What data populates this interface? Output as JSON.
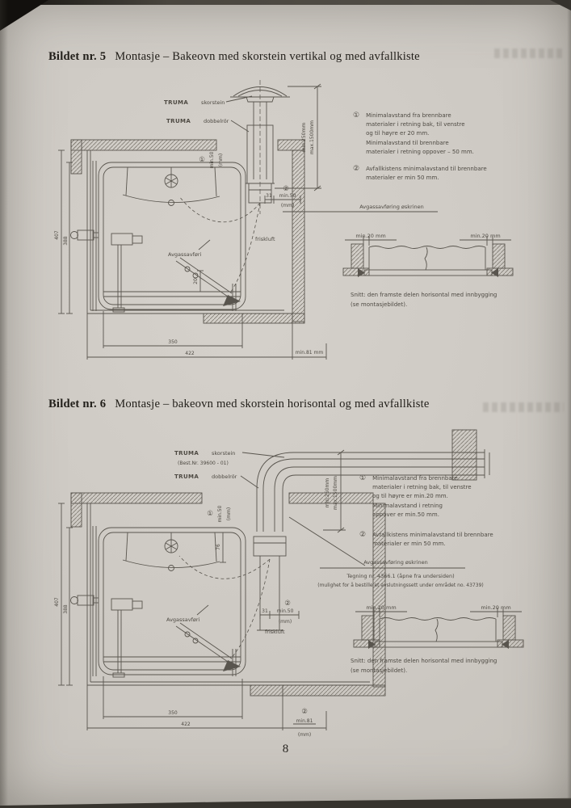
{
  "page": {
    "number": "8"
  },
  "fig5": {
    "heading_label": "Bildet nr. 5",
    "heading_text": "Montasje – Bakeovn med skorstein vertikal og med avfallkiste",
    "labels": {
      "brand1": "TRUMA",
      "part1": "skorstein",
      "brand2": "TRUMA",
      "part2": "dobbelrör",
      "dim_min250": "min.250mm",
      "dim_max1500": "max.1500mm",
      "marker1": "①",
      "dim_min50a": "min.50",
      "mm_a": "(mm)",
      "marker2": "②",
      "dim_31": "31",
      "dim_min50b": "min.50",
      "mm_b": "(mm)",
      "avgass_pointer": "Avgassavføring øskrinen",
      "friskluft": "friskluft",
      "avgass_inner": "Avgassavføri",
      "dim_407": "407",
      "dim_388": "388",
      "dim_20": "20",
      "dim_350": "350",
      "dim_422": "422",
      "dim_min81": "min.81 mm"
    },
    "notes": [
      {
        "marker": "①",
        "lines": [
          "Minimalavstand fra brennbare",
          "materialer i retning bak, til venstre",
          "og til høyre er 20 mm.",
          "Minimalavstand til brennbare",
          "materialer i retning oppover – 50 mm."
        ]
      },
      {
        "marker": "②",
        "lines": [
          "Avfallkistens minimalavstand til brennbare",
          "materialer er min 50 mm."
        ]
      }
    ],
    "section": {
      "dim_left": "min.20 mm",
      "dim_right": "min.20 mm",
      "caption_1": "Snitt: den framste delen horisontal med innbygging",
      "caption_2": "(se montasjebildet)."
    }
  },
  "fig6": {
    "heading_label": "Bildet nr. 6",
    "heading_text": "Montasje – bakeovn med skorstein horisontal og med avfallkiste",
    "labels": {
      "brand1": "TRUMA",
      "part1": "skorstein",
      "bestnr": "(Best.Nr. 39600 - 01)",
      "brand2": "TRUMA",
      "part2": "dobbelrör",
      "dim_min250": "min.250mm",
      "dim_max1500": "max.1500mm",
      "marker1": "①",
      "dim_min50a": "min.50",
      "mm_a": "(mm)",
      "marker2": "②",
      "dim_31": "31",
      "dim_min50b": "min.50",
      "mm_b": "(mm)",
      "friskluft": "friskluft",
      "avgass_inner": "Avgassavføri",
      "avgass_pointer": "Avgassavføring øskrinen",
      "tegning": "Tegning nr. 4366.1 (åpne fra undersiden)",
      "mulighet": "(mulighet for å bestille et avslutningssett  under området no. 43739)",
      "dim_407": "407",
      "dim_388": "388",
      "dim_76": "76",
      "dim_350": "350",
      "dim_422": "422",
      "marker2b": "②",
      "dim_min81": "min.81",
      "mm_81": "(mm)"
    },
    "notes": [
      {
        "marker": "①",
        "lines": [
          "Minimalavstand fra brennbare",
          "materialer i retning bak, til venstre",
          "og til høyre er min.20 mm.",
          "Minimalavstand i retning",
          "oppover er min.50 mm."
        ]
      },
      {
        "marker": "②",
        "lines": [
          "Avfallkistens minimalavstand til brennbare",
          "materialer er min 50 mm."
        ]
      }
    ],
    "section": {
      "dim_left": "min.20 mm",
      "dim_right": "min.20 mm",
      "caption_1": "Snitt: den framste delen horisontal med innbygging",
      "caption_2": "(se montasjebildet)."
    }
  }
}
